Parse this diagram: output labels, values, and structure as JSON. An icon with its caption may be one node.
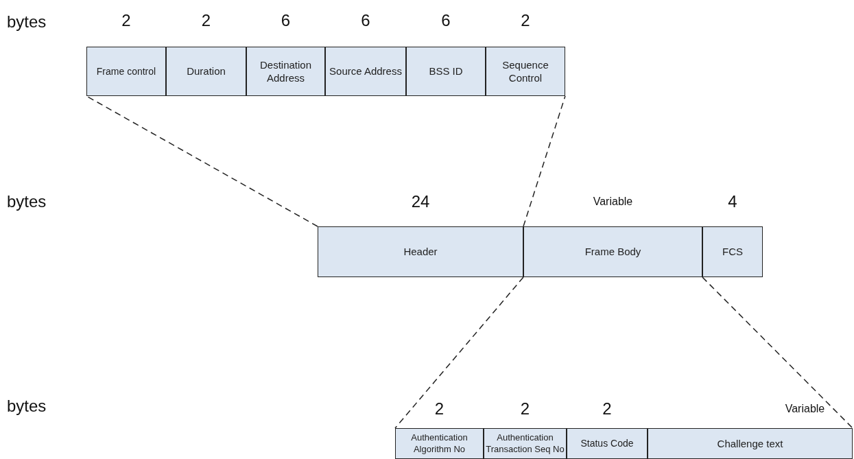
{
  "diagram": {
    "nodes": [
      {
        "text": [
          "Frame control"
        ],
        "beside": [
          "2"
        ]
      },
      {
        "text": [
          "Duration"
        ],
        "beside": [
          "2"
        ]
      },
      {
        "text": [
          "Destination Address"
        ],
        "beside": [
          "6"
        ]
      },
      {
        "text": [
          "Source Address"
        ],
        "beside": [
          "6"
        ]
      },
      {
        "text": [
          "BSS ID"
        ],
        "beside": [
          "6"
        ]
      },
      {
        "text": [
          "Sequence Control"
        ],
        "beside": [
          "2"
        ]
      },
      {
        "text": [
          "Header"
        ],
        "beside": [
          "24"
        ]
      },
      {
        "text": [
          "Frame Body"
        ],
        "beside": [
          "Variable"
        ]
      },
      {
        "text": [
          "FCS"
        ],
        "beside": [
          "4"
        ]
      },
      {
        "text": [
          "Authentication Algorithm No"
        ],
        "beside": [
          "2"
        ]
      },
      {
        "text": [
          "Authentication Transaction Seq No"
        ],
        "beside": [
          "2"
        ]
      },
      {
        "text": [
          "Status Code"
        ],
        "beside": [
          "2"
        ]
      },
      {
        "text": [
          "Challenge text"
        ],
        "beside": [
          "Variable"
        ]
      }
    ],
    "edges": [
      {
        "from": 6,
        "to": 0,
        "arrow": "none",
        "style": "dashed"
      },
      {
        "from": 6,
        "to": 5,
        "arrow": "none",
        "style": "dashed"
      },
      {
        "from": 7,
        "to": 9,
        "arrow": "none",
        "style": "dashed"
      },
      {
        "from": 7,
        "to": 12,
        "arrow": "none",
        "style": "dashed"
      }
    ],
    "labels": [
      "bytes",
      "bytes",
      "bytes"
    ]
  }
}
